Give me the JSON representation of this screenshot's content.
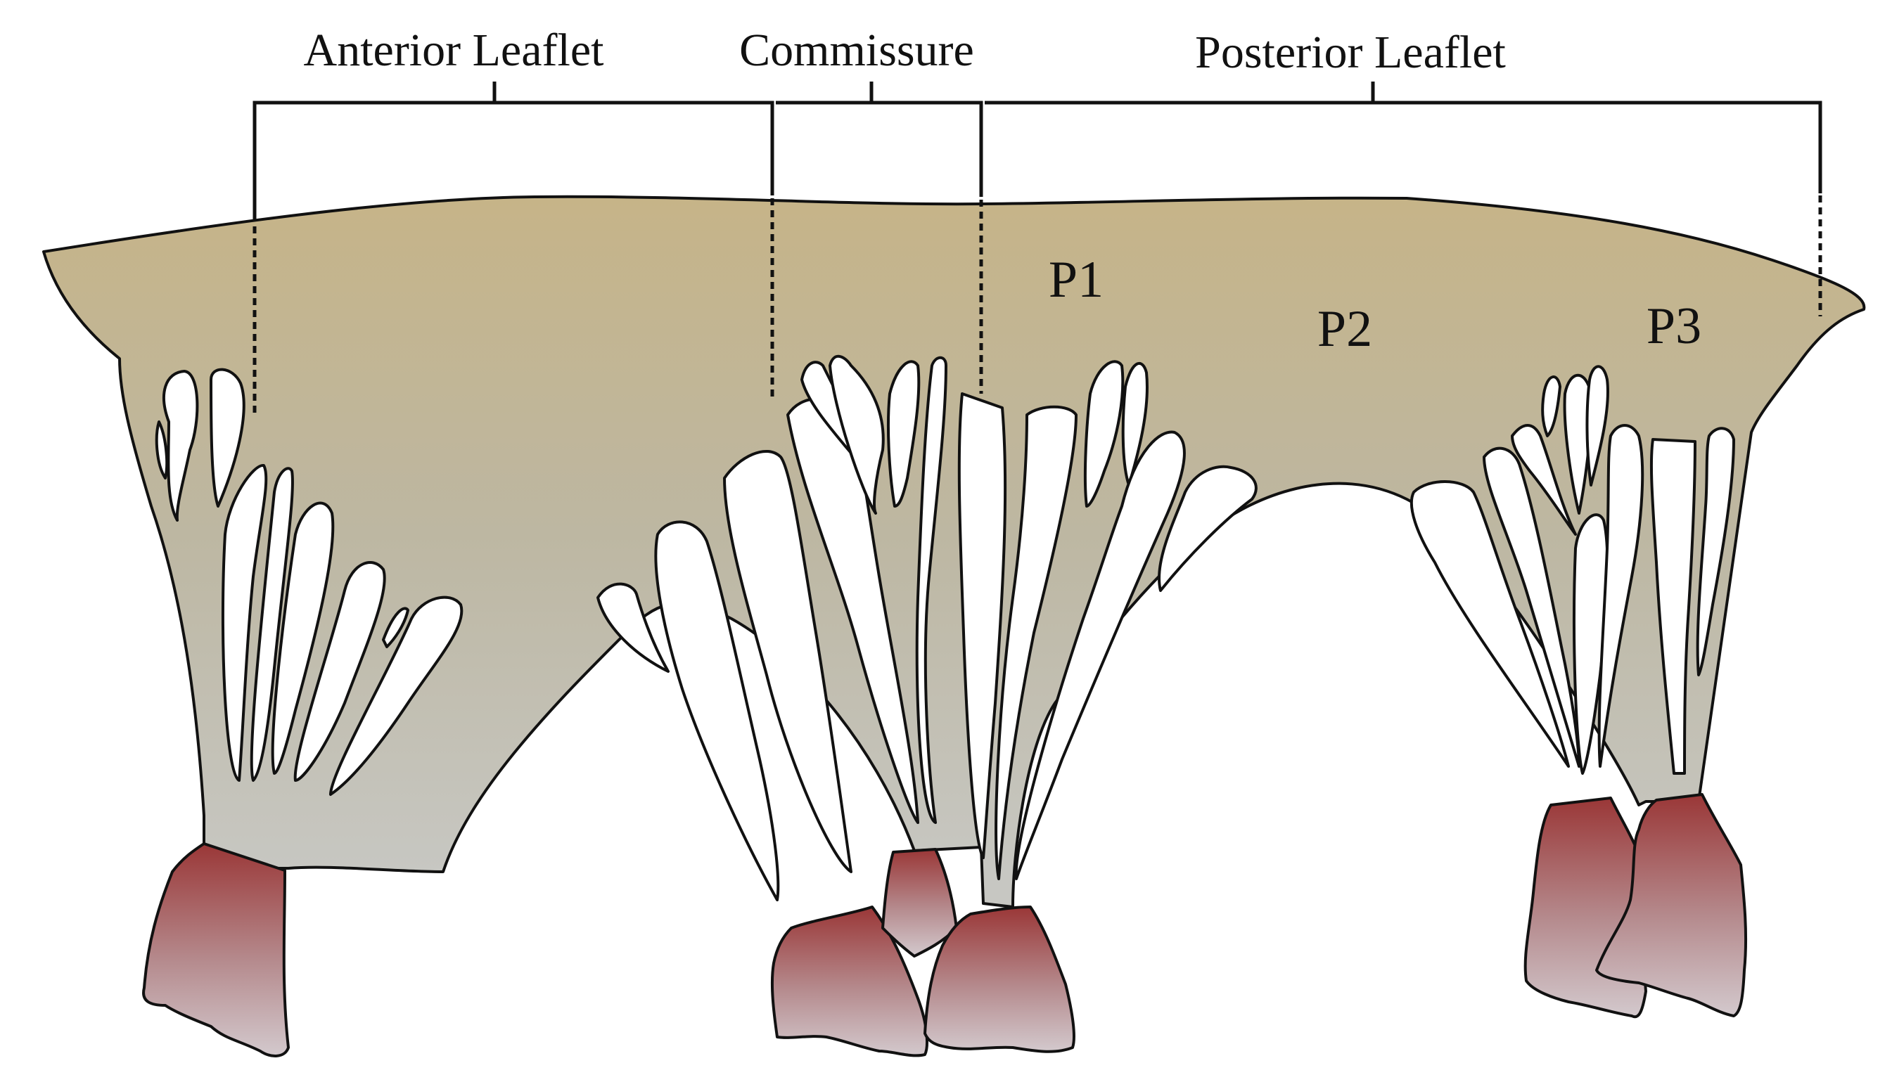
{
  "labels": {
    "anterior_leaflet": "Anterior Leaflet",
    "commissure": "Commissure",
    "posterior_leaflet": "Posterior Leaflet",
    "p1": "P1",
    "p2": "P2",
    "p3": "P3"
  },
  "colors": {
    "leaflet_top": "#c6b488",
    "leaflet_bottom": "#c7c7c2",
    "muscle_top": "#9a3737",
    "muscle_bottom": "#d3c9cd",
    "outline": "#111111",
    "chord_gap": "#ffffff"
  }
}
